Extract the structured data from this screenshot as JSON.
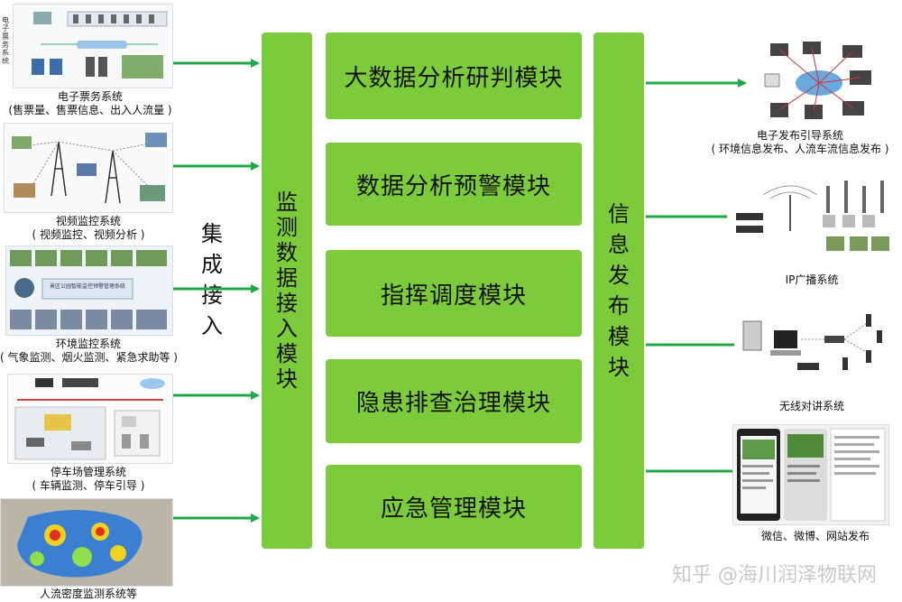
{
  "sources": [
    {
      "label": "电子票务系统",
      "sub": "(售票量、售票信息、出入人流量 )",
      "side_label": "电子票务系统"
    },
    {
      "label": "视频监控系统",
      "sub": "( 视频监控、视频分析 )"
    },
    {
      "label": "环境监控系统",
      "sub": "( 气象监测、烟火监测、紧急求助等 )",
      "thumb_title": "景区公园智能监控预警管理系统"
    },
    {
      "label": "停车场管理系统",
      "sub": "( 车辆监测、停车引导 )"
    },
    {
      "label": "人流密度监测系统等",
      "sub": ""
    }
  ],
  "integration_label": [
    "集",
    "成",
    "接",
    "入"
  ],
  "ingest_module": [
    "监",
    "测",
    "数",
    "据",
    "接",
    "入",
    "模",
    "块"
  ],
  "modules": [
    "大数据分析研判模块",
    "数据分析预警模块",
    "指挥调度模块",
    "隐患排查治理模块",
    "应急管理模块"
  ],
  "publish_module": [
    "信",
    "息",
    "发",
    "布",
    "模",
    "块"
  ],
  "outputs": [
    {
      "label": "电子发布引导系统",
      "sub": "( 环境信息发布、人流车流信息发布 )"
    },
    {
      "label": "IP广播系统",
      "sub": ""
    },
    {
      "label": "无线对讲系统",
      "sub": ""
    },
    {
      "label": "微信、微博、网站发布",
      "sub": ""
    }
  ],
  "watermark": "知乎 @海川润泽物联网",
  "colors": {
    "module_green": "#7ccb3a",
    "arrow_green": "#22a84a"
  }
}
